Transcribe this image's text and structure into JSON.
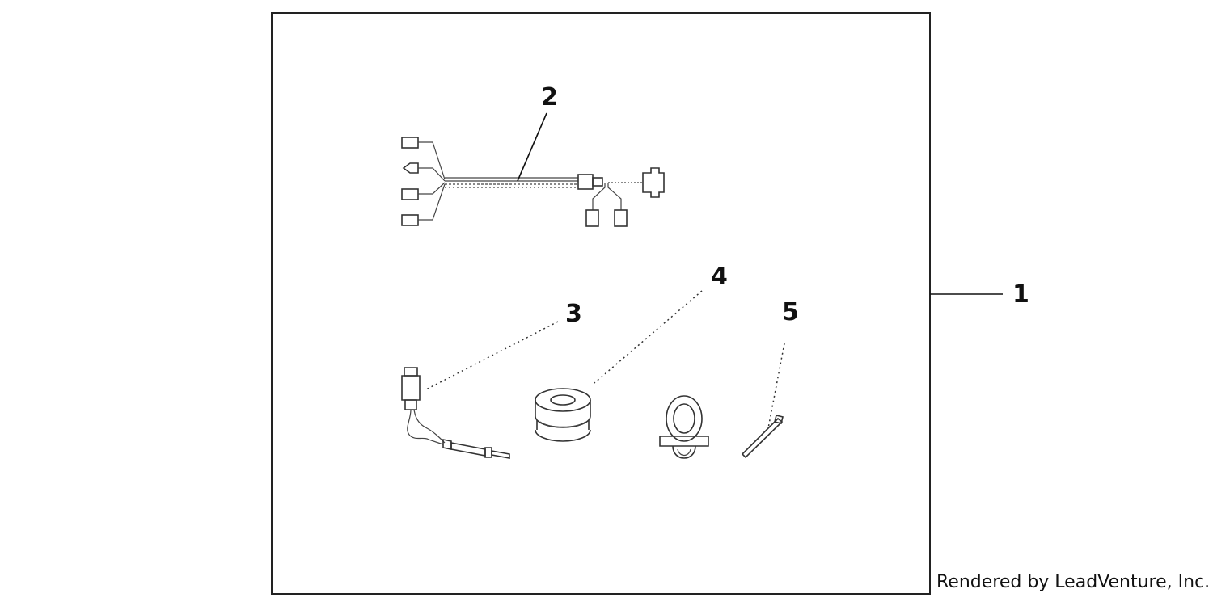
{
  "callouts": {
    "kit": "1",
    "harness": "2",
    "sensor": "3",
    "spacer": "4",
    "pin": "5"
  },
  "credit": "Rendered by LeadVenture, Inc."
}
